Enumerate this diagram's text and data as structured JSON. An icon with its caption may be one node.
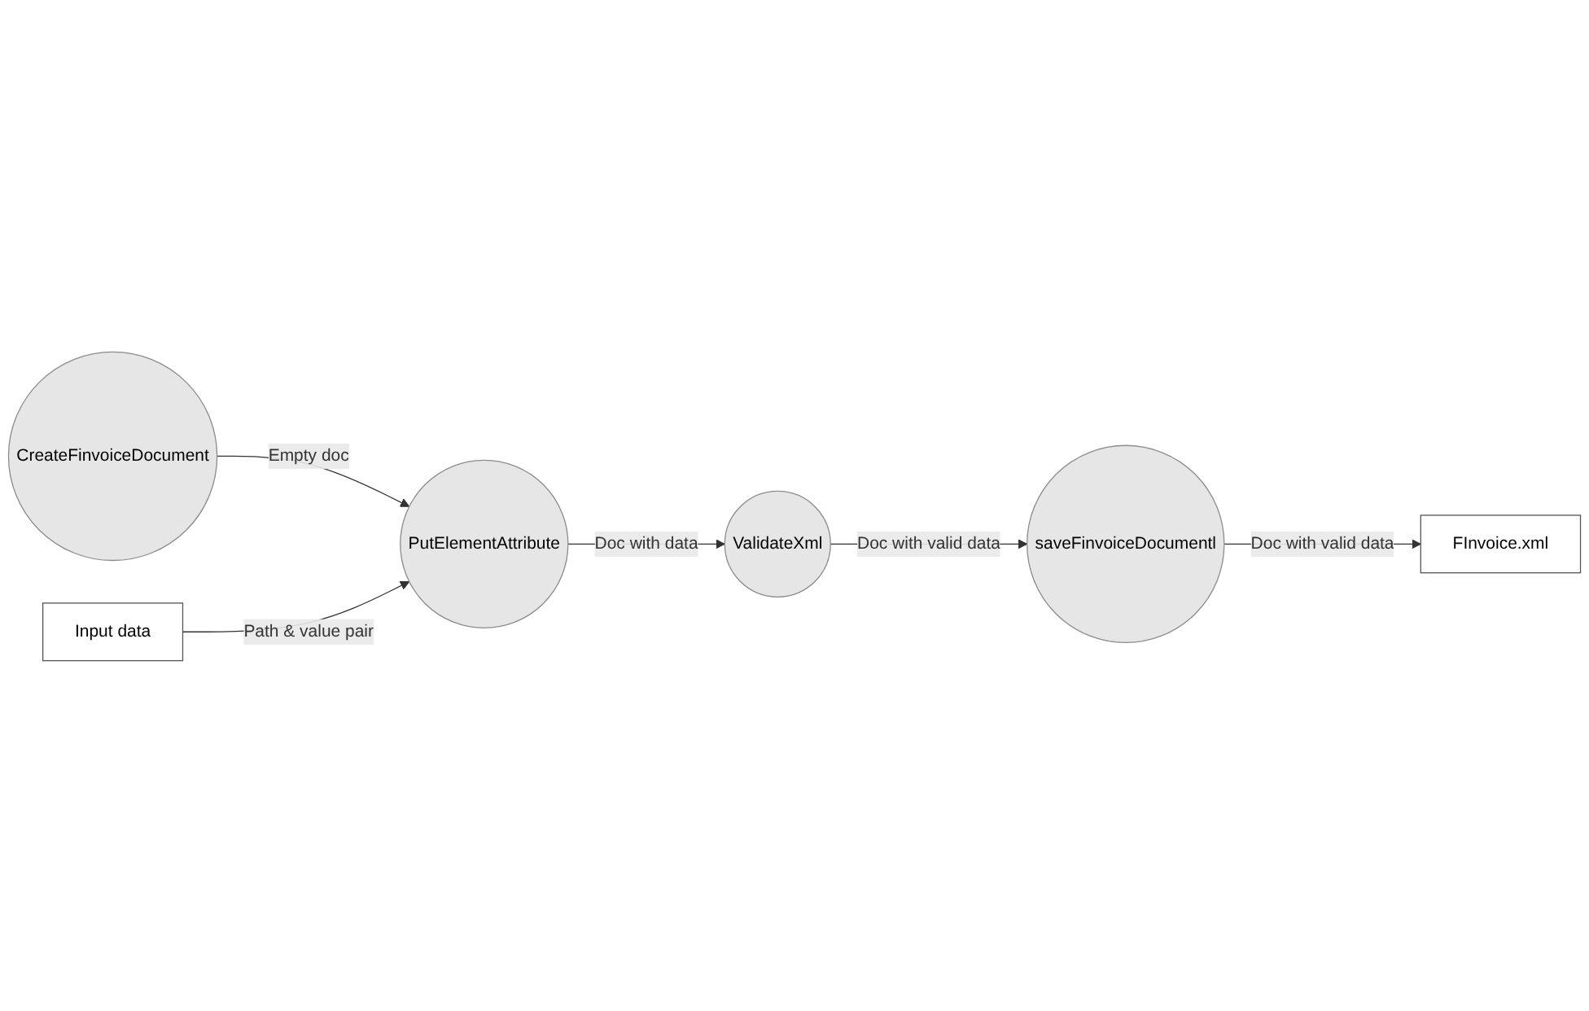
{
  "diagram": {
    "nodes": [
      {
        "text": [
          "CreateFinvoiceDocument"
        ]
      },
      {
        "text": [
          "PutElementAttribute"
        ]
      },
      {
        "text": [
          "ValidateXml"
        ]
      },
      {
        "text": [
          "saveFinvoiceDocumentl"
        ]
      },
      {
        "text": [
          "Input data"
        ]
      },
      {
        "text": [
          "FInvoice.xml"
        ]
      }
    ],
    "edges": [
      {
        "from": 0,
        "to": 1,
        "arrow": "to",
        "label": "Empty doc"
      },
      {
        "from": 1,
        "to": 2,
        "arrow": "to",
        "label": "Doc with data"
      },
      {
        "from": 2,
        "to": 3,
        "arrow": "to",
        "label": "Doc with valid data"
      },
      {
        "from": 4,
        "to": 1,
        "arrow": "to",
        "label": "Path & value pair"
      },
      {
        "from": 3,
        "to": 5,
        "arrow": "to",
        "label": "Doc with valid data"
      }
    ]
  }
}
